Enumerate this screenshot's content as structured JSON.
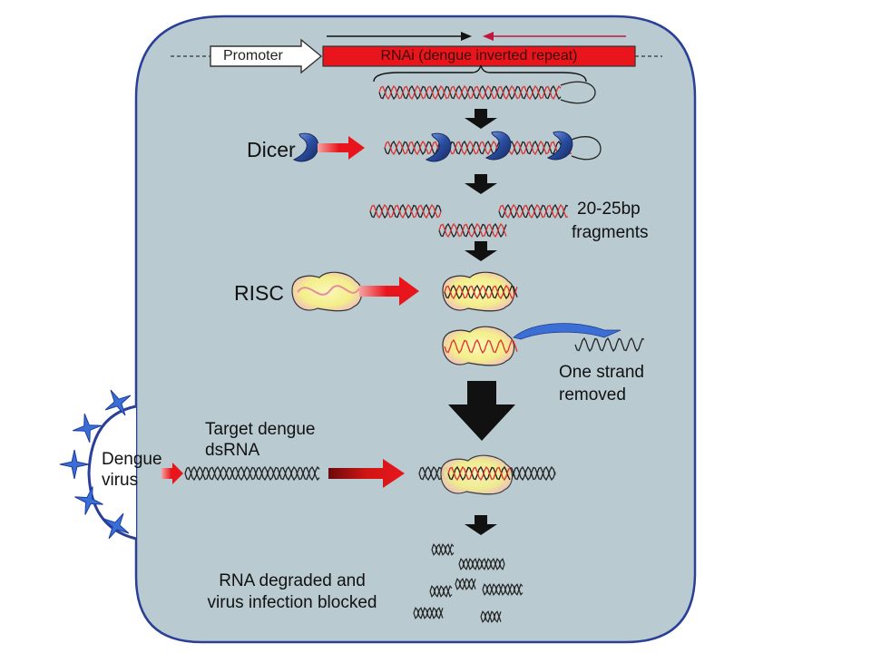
{
  "labels": {
    "promoter": "Promoter",
    "rnai": "RNAi (dengue inverted repeat)",
    "dicer": "Dicer",
    "fragments_line1": "20-25bp",
    "fragments_line2": "fragments",
    "risc": "RISC",
    "strand_removed_line1": "One strand",
    "strand_removed_line2": "removed",
    "target_line1": "Target dengue",
    "target_line2": "dsRNA",
    "virus_line1": "Dengue",
    "virus_line2": "virus",
    "result_line1": "RNA degraded and",
    "result_line2": "virus infection blocked"
  },
  "colors": {
    "cell_fill": "#b9cbd1",
    "cell_stroke": "#2a3f97",
    "rnai_bar": "#e8161c",
    "flow_arrow": "#111111",
    "red_arrow": "#e8161c",
    "strand_black": "#222222",
    "strand_red": "#e03030",
    "dicer_blue": "#2b4ea3",
    "risc_yellow": "#f3ef8a",
    "risc_pink": "#f1b7c6",
    "virus_star": "#3b6fd6"
  },
  "icons": {
    "dicer": "dicer-enzyme-icon",
    "risc": "risc-complex-icon",
    "virus": "virus-spike-icon"
  }
}
